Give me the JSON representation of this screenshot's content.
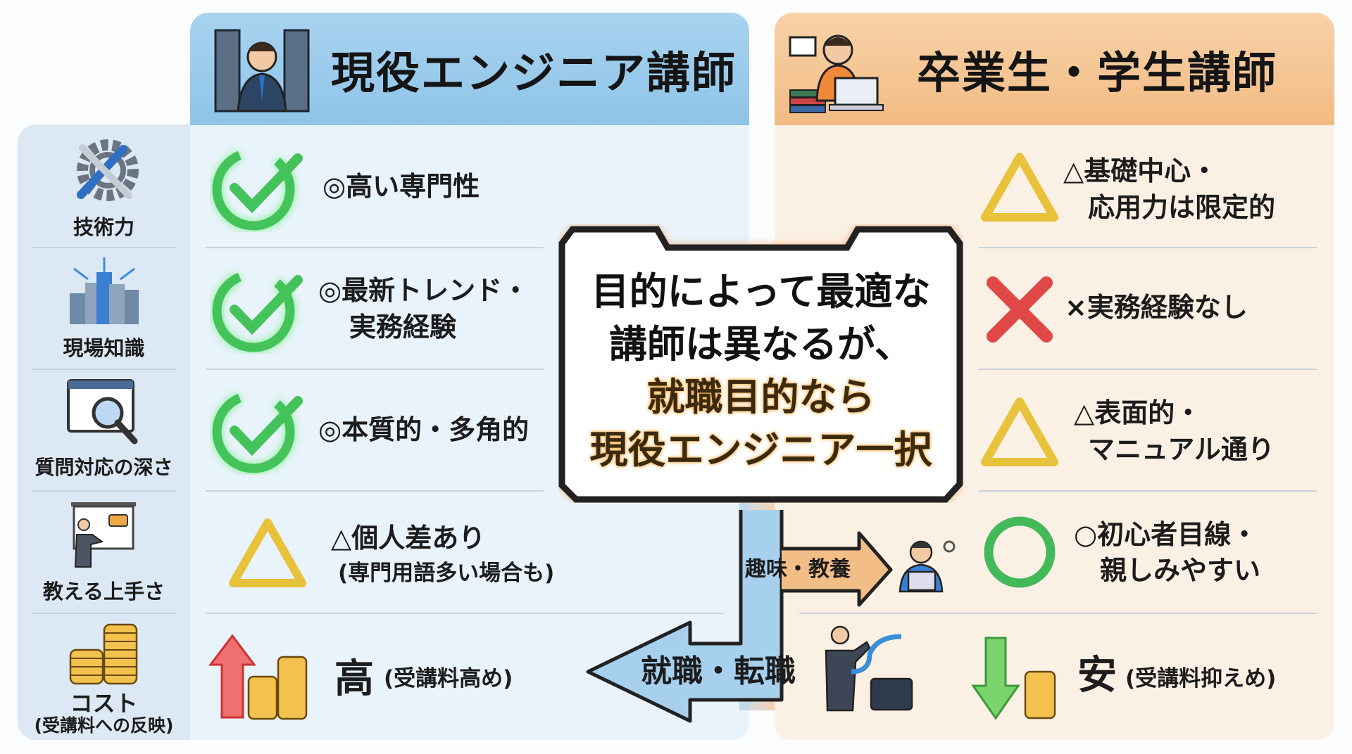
{
  "left_header": {
    "title": "現役エンジニア講師",
    "icon": "engineer-icon"
  },
  "right_header": {
    "title": "卒業生・学生講師",
    "icon": "student-icon"
  },
  "criteria": [
    {
      "label": "技術力",
      "icon": "tools-gear-icon"
    },
    {
      "label": "現場知識",
      "icon": "city-network-icon"
    },
    {
      "label": "質問対応の深さ",
      "icon": "code-search-icon"
    },
    {
      "label": "教える上手さ",
      "icon": "presenter-icon"
    },
    {
      "label": "コスト",
      "sublabel": "(受講料への反映)",
      "icon": "coins-icon"
    }
  ],
  "engineer": [
    {
      "mark": "check",
      "lines": [
        "◎高い専門性"
      ]
    },
    {
      "mark": "check",
      "lines": [
        "◎最新トレンド・",
        "実務経験"
      ]
    },
    {
      "mark": "check",
      "lines": [
        "◎本質的・多角的"
      ]
    },
    {
      "mark": "triangle",
      "lines": [
        "△個人差あり",
        "(専門用語多い場合も)"
      ]
    },
    {
      "mark": "up-arrow",
      "main": "高",
      "note": "(受講料高め)"
    }
  ],
  "student": [
    {
      "mark": "triangle",
      "lines": [
        "△基礎中心・",
        "応用力は限定的"
      ]
    },
    {
      "mark": "cross",
      "lines": [
        "×実務経験なし"
      ]
    },
    {
      "mark": "triangle",
      "lines": [
        "△表面的・",
        "マニュアル通り"
      ]
    },
    {
      "mark": "circle",
      "lines": [
        "○初心者目線・",
        "親しみやすい"
      ]
    },
    {
      "mark": "down-arrow",
      "main": "安",
      "note": "(受講料抑えめ)"
    }
  ],
  "center": {
    "lines": [
      "目的によって最適な",
      "講師は異なるが、",
      "就職目的なら",
      "現役エンジニア一択"
    ]
  },
  "arrows": {
    "career": "就職・転職",
    "hobby": "趣味・教養"
  },
  "colors": {
    "blue": "#8ec4e8",
    "orange": "#f2bb83",
    "green": "#43c35a",
    "yellow": "#e8c23a",
    "red": "#e04848"
  }
}
